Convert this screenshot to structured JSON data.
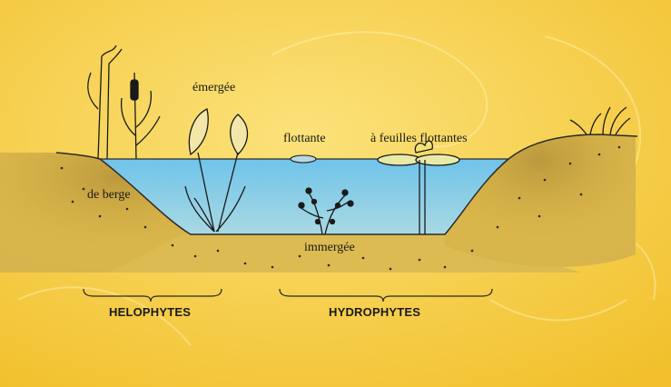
{
  "labels": {
    "emergee": "émergée",
    "flottante": "flottante",
    "feuilles_flottantes": "à feuilles flottantes",
    "de_berge": "de berge",
    "immergee": "immergée"
  },
  "groups": {
    "helophytes": "HELOPHYTES",
    "hydrophytes": "HYDROPHYTES"
  },
  "colors": {
    "background": "#f6cf3f",
    "water": "#7fc8e6",
    "bank": "#c9a84a",
    "ink": "#1a1a1a"
  }
}
